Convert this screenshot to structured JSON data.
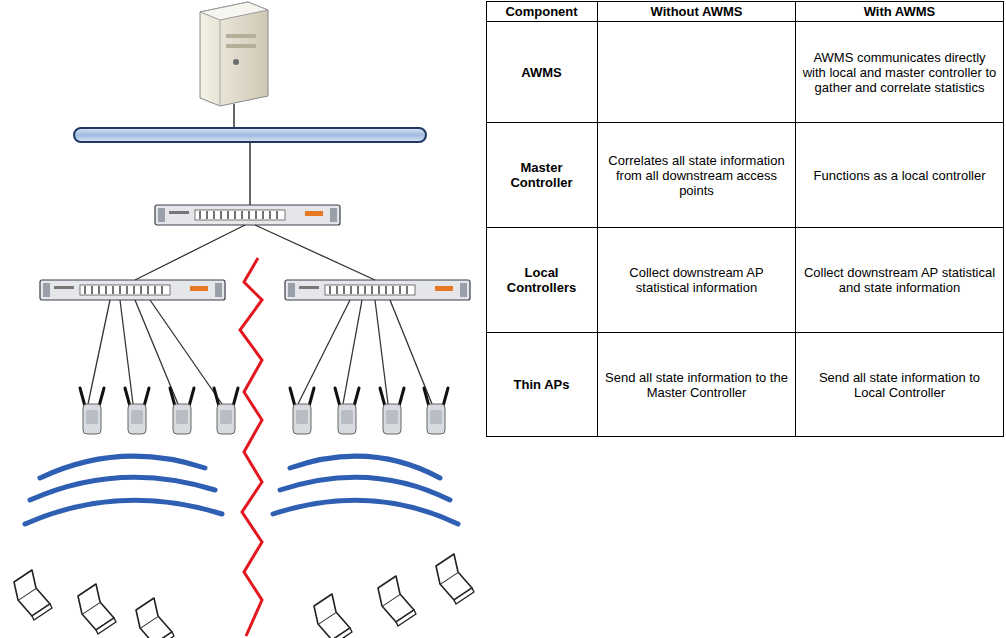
{
  "diagram": {
    "labels": [
      "Component",
      "Without AWMS",
      "With AWMS",
      "AWMS",
      "AWMS communicates directly with local and master controller to gather and correlate statistics",
      "Master Controller",
      "Correlates all state information from all downstream access points",
      "Functions as a local controller",
      "Local Controllers",
      "Collect downstream AP statistical information",
      "Collect downstream AP statistical and state information",
      "Thin APs",
      "Send all state information to the Master Controller",
      "Send all state information to Local Controller"
    ]
  }
}
